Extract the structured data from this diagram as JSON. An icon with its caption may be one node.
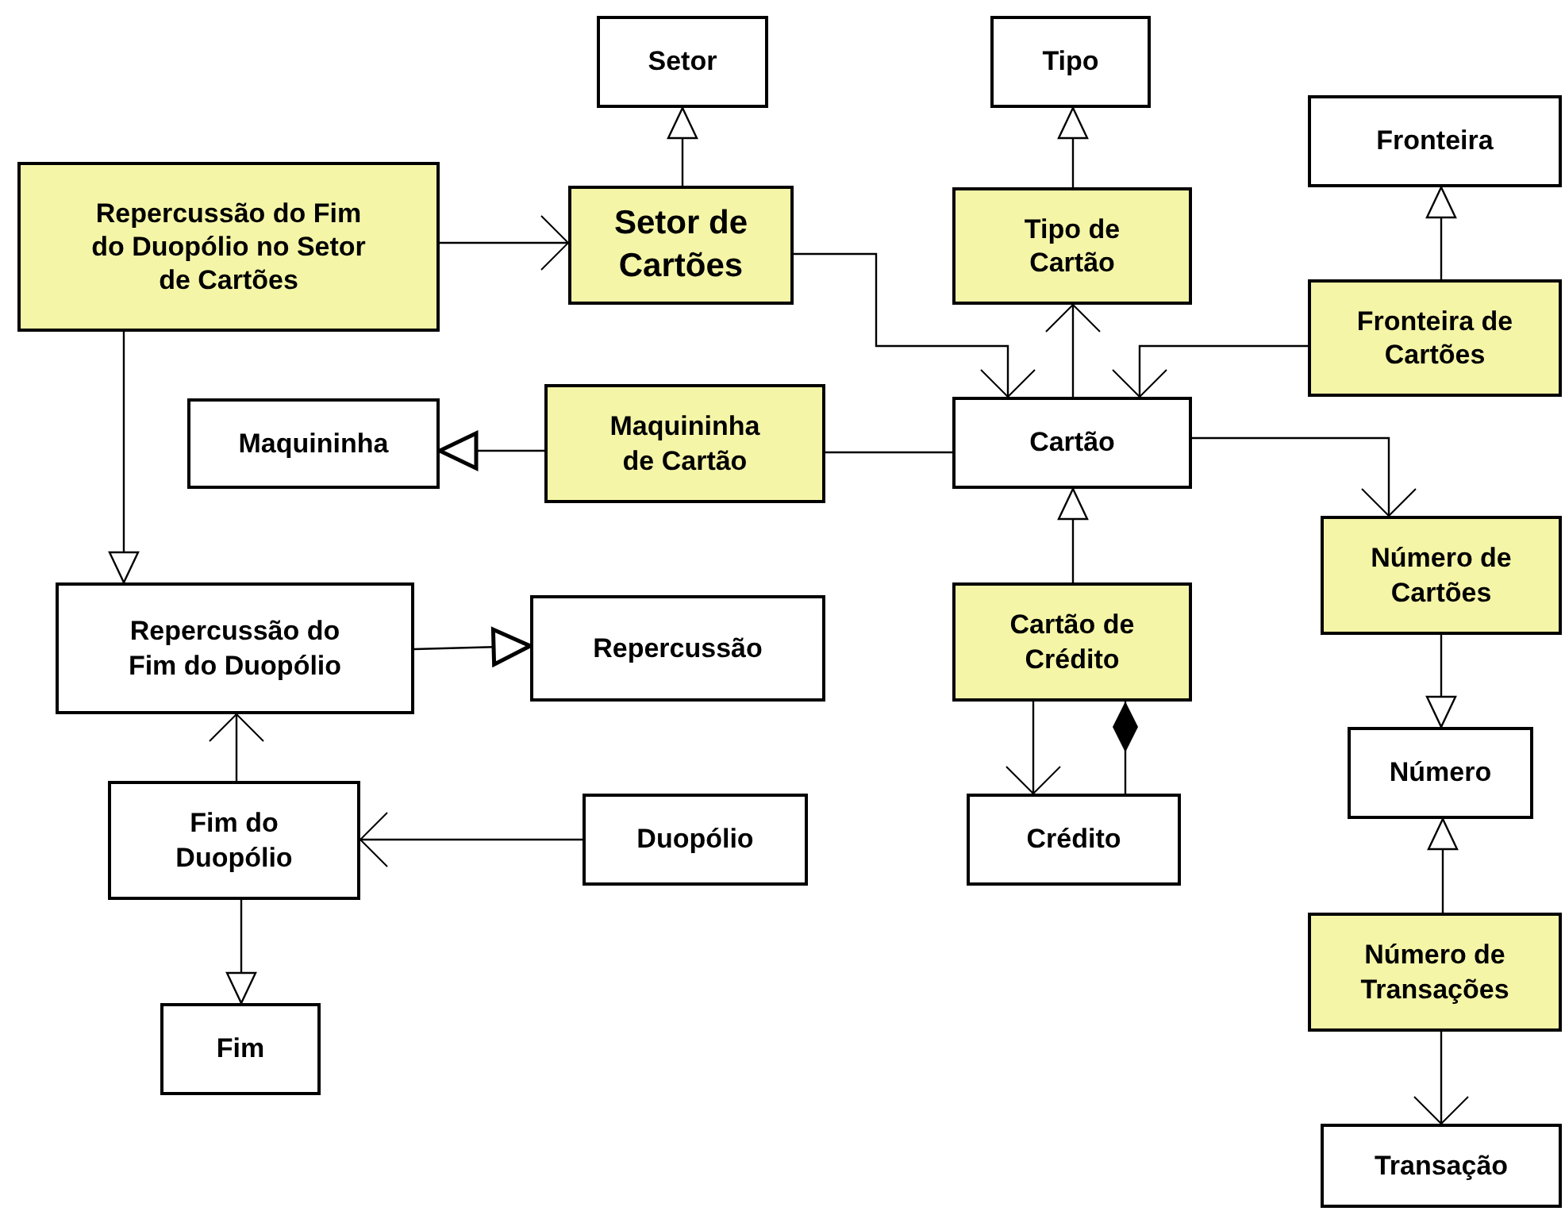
{
  "diagram": {
    "nodes": [
      {
        "text": [
          "Setor"
        ]
      },
      {
        "text": [
          "Tipo"
        ]
      },
      {
        "text": [
          "Repercussão do Fim do Duopólio no Setor de Cartões"
        ]
      },
      {
        "text": [
          "Setor de Cartões"
        ]
      },
      {
        "text": [
          "Tipo de Cartão"
        ]
      },
      {
        "text": [
          "Fronteira"
        ]
      },
      {
        "text": [
          "Fronteira de Cartões"
        ]
      },
      {
        "text": [
          "Maquininha"
        ]
      },
      {
        "text": [
          "Maquininha de Cartão"
        ]
      },
      {
        "text": [
          "Cartão"
        ]
      },
      {
        "text": [
          "Número de Cartões"
        ]
      },
      {
        "text": [
          "Repercussão do Fim do Duopólio"
        ]
      },
      {
        "text": [
          "Repercussão"
        ]
      },
      {
        "text": [
          "Cartão de Crédito"
        ]
      },
      {
        "text": [
          "Número"
        ]
      },
      {
        "text": [
          "Fim do Duopólio"
        ]
      },
      {
        "text": [
          "Duopólio"
        ]
      },
      {
        "text": [
          "Crédito"
        ]
      },
      {
        "text": [
          "Fim"
        ]
      },
      {
        "text": [
          "Número de Transações"
        ]
      },
      {
        "text": [
          "Transação"
        ]
      }
    ],
    "edges": [
      {
        "from": 3,
        "to": 0,
        "arrow": "to"
      },
      {
        "from": 4,
        "to": 1,
        "arrow": "to"
      },
      {
        "from": 6,
        "to": 5,
        "arrow": "to"
      },
      {
        "from": 2,
        "to": 3,
        "arrow": "to"
      },
      {
        "from": 3,
        "to": 9,
        "arrow": "to"
      },
      {
        "from": 6,
        "to": 9,
        "arrow": "to"
      },
      {
        "from": 9,
        "to": 4,
        "arrow": "to"
      },
      {
        "from": 8,
        "to": 7,
        "arrow": "to"
      },
      {
        "from": 8,
        "to": 9,
        "arrow": "none"
      },
      {
        "from": 9,
        "to": 10,
        "arrow": "to"
      },
      {
        "from": 2,
        "to": 11,
        "arrow": "to"
      },
      {
        "from": 11,
        "to": 12,
        "arrow": "to"
      },
      {
        "from": 15,
        "to": 11,
        "arrow": "to"
      },
      {
        "from": 16,
        "to": 15,
        "arrow": "to"
      },
      {
        "from": 15,
        "to": 18,
        "arrow": "to"
      },
      {
        "from": 13,
        "to": 9,
        "arrow": "to"
      },
      {
        "from": 13,
        "to": 17,
        "arrow": "to"
      },
      {
        "from": 17,
        "to": 13,
        "arrow": "other"
      },
      {
        "from": 10,
        "to": 14,
        "arrow": "to"
      },
      {
        "from": 19,
        "to": 14,
        "arrow": "to"
      },
      {
        "from": 19,
        "to": 20,
        "arrow": "to"
      }
    ]
  }
}
